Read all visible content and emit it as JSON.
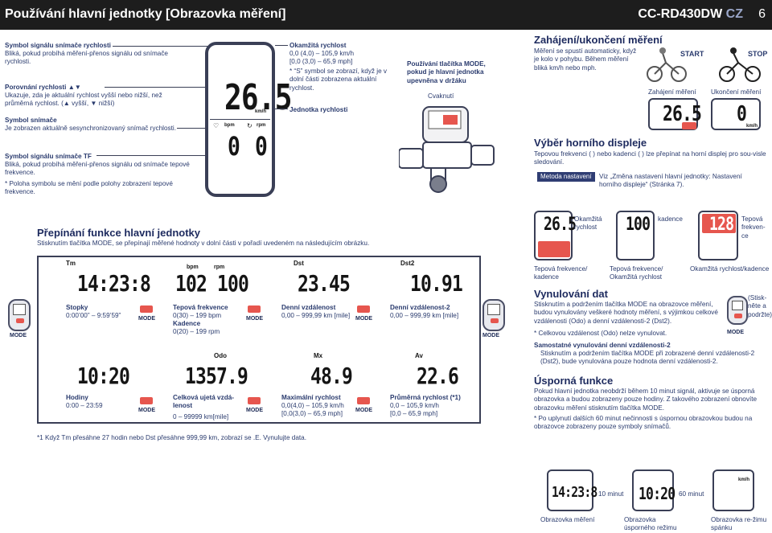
{
  "header": {
    "title": "Používání hlavní jednotky [Obrazovka měření]",
    "model": "CC-RD430DW",
    "lang": "CZ",
    "page": "6"
  },
  "left": {
    "sensor_title": "Symbol signálu snímače rychlosti",
    "sensor_text": "Bliká, pokud probíhá měření-přenos signálu od snímače rychlosti.",
    "compare_title": "Porovnání rychlosti ▲▼",
    "compare_text": "Ukazuje, zda je aktuální rychlost vyšší nebo nižší, než průměrná rychlost. (▲ vyšší, ▼ nižší)",
    "symbol_title": "Symbol snímače",
    "symbol_text": "Je zobrazen aktuálně sesynchronizovaný snímač rychlosti.",
    "tf_title": "Symbol signálu snímače TF",
    "tf_text": "Bliká, pokud probíhá měření-přenos signálu od snímače tepové frekvence.",
    "tf_note": "* Poloha symbolu se mění podle polohy zobrazení tepové frekvence."
  },
  "center": {
    "screen_speed": "26.5",
    "screen_unit": "km/h",
    "bpm": "bpm",
    "rpm": "rpm",
    "hr": "0",
    "cad": "0",
    "speed_title": "Okamžitá rychlost",
    "speed_range": "0,0 (4,0) – 105,9 km/h",
    "speed_range2": "[0,0 (3,0) – 65,9 mph]",
    "speed_note": "* “S” symbol se zobrazí, když je v dolní části zobrazena aktuální rychlost.",
    "unit_title": "Jednotka rychlosti",
    "mode_title": "Používání tlačítka MODE, pokud je hlavní jednotka upevněna v držáku",
    "click": "Cvaknutí"
  },
  "right_top": {
    "start_title": "Zahájení/ukončení měření",
    "start_text": "Měření se spustí automaticky, když je kolo v pohybu. Během měření bliká km/h nebo mph.",
    "start_label": "START",
    "stop_label": "STOP",
    "cap_start": "Zahájení měření",
    "cap_stop": "Ukončení měření",
    "start_val": "26.5",
    "stop_val": "0",
    "upper_title": "Výběr horního displeje",
    "upper_text": "Tepovou frekvenci ( ) nebo kadenci ( ) lze přepínat na horní displej pro sou-visle sledování.",
    "method_tag": "Metoda nastavení",
    "method_text": "Viz „Změna nastavení hlavní jednotky: Nastavení horního displeje“ (Stránka 7)."
  },
  "modes": {
    "title": "Přepínání funkce hlavní jednotky",
    "sub": "Stisknutím tlačítka MODE, se přepínají měřené hodnoty v dolní části v pořadí uvedeném na následujícím obrázku.",
    "mode": "MODE",
    "items": [
      {
        "tag": "Tm",
        "val": "14:23:8",
        "name": "Stopky",
        "range": "0:00’00” – 9:59’59”"
      },
      {
        "tag": "",
        "val": "102 100",
        "name": "Tepová frekvence",
        "range": "0(30) – 199 bpm",
        "name2": "Kadence",
        "range2": "0(20) – 199 rpm"
      },
      {
        "tag": "Dst",
        "val": "23.45",
        "name": "Denní vzdálenost",
        "range": "0,00 – 999,99 km [mile]"
      },
      {
        "tag": "Dst2",
        "val": "10.91",
        "name": "Denní vzdálenost-2",
        "range": "0,00 – 999,99 km [mile]"
      },
      {
        "tag": "",
        "val": "10:20",
        "name": "Hodiny",
        "range": "0:00 – 23:59"
      },
      {
        "tag": "Odo",
        "val": "1357.9",
        "name": "Celková ujetá vzdá-lenost",
        "range": "0 – 99999 km[mile]"
      },
      {
        "tag": "Mx",
        "val": "48.9",
        "name": "Maximální rychlost",
        "range": "0,0(4,0) – 105,9 km/h",
        "range2": "[0,0(3,0) – 65,9 mph]"
      },
      {
        "tag": "Av",
        "val": "22.6",
        "name": "Průměrná rychlost (*1)",
        "range": "0,0 – 105,9 km/h",
        "range2": "[0,0 – 65,9 mph]"
      }
    ],
    "footnote": "*1 Když Tm přesáhne 27 hodin nebo Dst přesáhne 999,99 km, zobrazí se .E. Vynulujte data."
  },
  "right_bottom": {
    "d1_label": "Okamžitá rychlost",
    "d1_val": "26.5",
    "d2_label": "kadence",
    "d2_val": "100",
    "d3_label": "Tepová frekven-ce",
    "d3_val": "128",
    "cap1": "Tepová frekvence/ kadence",
    "cap2": "Tepová frekvence/ Okamžitá rychlost",
    "cap3": "Okamžitá rychlost/kadence",
    "reset_title": "Vynulování dat",
    "reset_text": "Stisknutím a podržením tlačítka MODE na obrazovce měření, budou vynulovány veškeré hodnoty měření, s výjimkou celkové vzdálenosti (Odo) a denní vzdálenosti-2 (Dst2).",
    "reset_note": "* Celkovou vzdálenost (Odo) nelze vynulovat.",
    "reset_hold": "(Stisk-něte a podržte)",
    "dst2_title": "Samostatné vynulování denní vzdálenosti-2",
    "dst2_text": "Stisknutím a podržením tlačítka MODE při zobrazené denní vzdálenosti-2 (Dst2), bude vynulována pouze hodnota denní vzdálenosti-2.",
    "eco_title": "Úsporná funkce",
    "eco_text": "Pokud hlavní jednotka neobdrží během 10 minut signál, aktivuje se úsporná obrazovka a budou zobrazeny pouze hodiny. Z takového zobrazení obnovíte obrazovku měření stisknutím tlačítka MODE.",
    "eco_note": "* Po uplynutí dalších 60 minut nečinnosti s úspornou obrazovkou budou na obrazovce zobrazeny pouze symboly snímačů.",
    "t10": "10 minut",
    "t60": "60 minut",
    "s1": "Obrazovka měření",
    "s2": "Obrazovka úsporného režimu",
    "s3": "Obrazovka re-žimu spánku",
    "s1_val": "14:23:8",
    "s2_val": "10:20",
    "s3_unit": "km/h"
  }
}
